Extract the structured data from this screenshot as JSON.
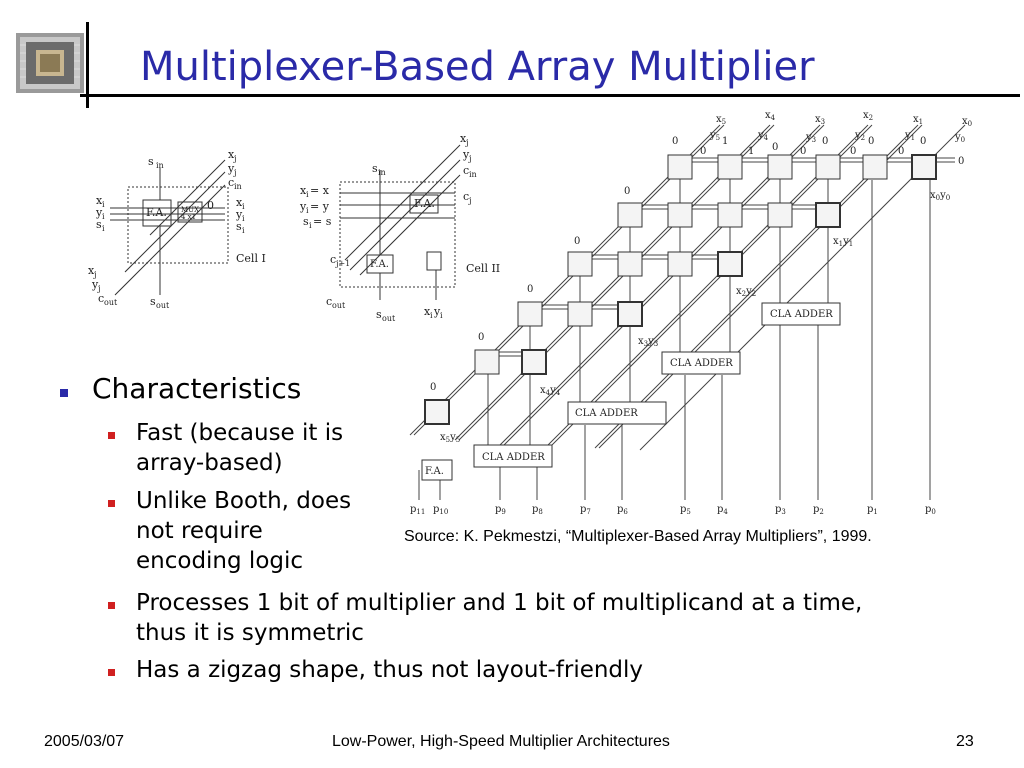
{
  "title": "Multiplexer-Based Array Multiplier",
  "bullets": {
    "main": "Characteristics",
    "sub1_line1": "Fast (because it is",
    "sub1_line2": "array-based)",
    "sub2_line1": "Unlike Booth, does",
    "sub2_line2": "not require",
    "sub2_line3": "encoding logic",
    "sub3_line1": "Processes 1 bit of multiplier and 1 bit of multiplicand at a time,",
    "sub3_line2": "thus it is symmetric",
    "sub4": "Has a zigzag shape, thus not layout-friendly"
  },
  "source": "Source: K. Pekmestzi, “Multiplexer-Based Array Multipliers”, 1999.",
  "footer": {
    "date": "2005/03/07",
    "center": "Low-Power, High-Speed Multiplier Architectures",
    "page": "23"
  },
  "figure": {
    "cell1_label": "Cell I",
    "cell2_label": "Cell II",
    "fa": "F.A.",
    "mux": "MUX 4 x1",
    "cla": "CLA  ADDER",
    "outputs": [
      "p11",
      "p10",
      "p9",
      "p8",
      "p7",
      "p6",
      "p5",
      "p4",
      "p3",
      "p2",
      "p1",
      "p0"
    ],
    "inputs": [
      "x5",
      "x4",
      "x3",
      "x2",
      "x1",
      "x0"
    ]
  }
}
